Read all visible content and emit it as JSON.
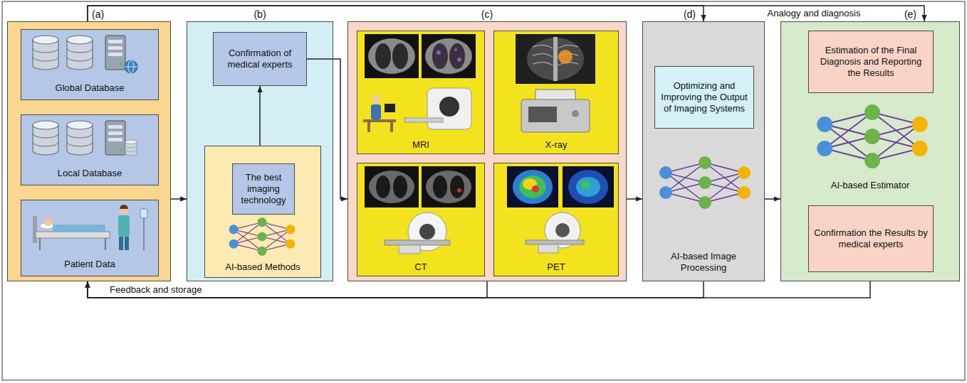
{
  "diagram": {
    "nodes": [
      {
        "text": [
          "(a)"
        ]
      },
      {
        "text": [
          "Global Database"
        ],
        "in": 0
      },
      {
        "text": [
          "Local Database"
        ],
        "in": 0
      },
      {
        "text": [
          "Patient Data"
        ],
        "in": 0
      },
      {
        "text": [
          "(b)"
        ]
      },
      {
        "text": [
          "Confirmation of medical experts"
        ],
        "in": 4
      },
      {
        "text": [
          "AI-based Methods"
        ],
        "in": 4
      },
      {
        "text": [
          "The best imaging technology"
        ],
        "in": 6
      },
      {
        "text": [
          "(c)"
        ]
      },
      {
        "text": [
          "MRI"
        ],
        "in": 8
      },
      {
        "text": [
          "X-ray"
        ],
        "in": 8
      },
      {
        "text": [
          "CT"
        ],
        "in": 8
      },
      {
        "text": [
          "PET"
        ],
        "in": 8
      },
      {
        "text": [
          "(d)",
          "AI-based Image Processing"
        ]
      },
      {
        "text": [
          "Optimizing and Improving the Output of Imaging Systems"
        ],
        "in": 13
      },
      {
        "text": [
          "(e)",
          "AI-based Estimator"
        ]
      },
      {
        "text": [
          "Estimation of the Final Diagnosis and Reporting the Results"
        ],
        "in": 15
      },
      {
        "text": [
          "Confirmation the Results by medical experts"
        ],
        "in": 15
      }
    ],
    "edges": [
      {
        "from": 0,
        "to": 4,
        "arrow": "to"
      },
      {
        "from": 6,
        "to": 5,
        "arrow": "to"
      },
      {
        "from": 5,
        "to": 8,
        "arrow": "to"
      },
      {
        "from": 8,
        "to": 13,
        "arrow": "to"
      },
      {
        "from": 13,
        "to": 15,
        "arrow": "to"
      },
      {
        "from": 0,
        "to": 13,
        "arrow": "to"
      },
      {
        "from": 0,
        "to": 15,
        "label": "Analogy and diagnosis",
        "arrow": "to"
      },
      {
        "from": 8,
        "to": 0,
        "label": "Feedback and storage",
        "arrow": "to"
      },
      {
        "from": 13,
        "to": 0,
        "arrow": "to"
      },
      {
        "from": 15,
        "to": 0,
        "arrow": "to"
      }
    ]
  }
}
